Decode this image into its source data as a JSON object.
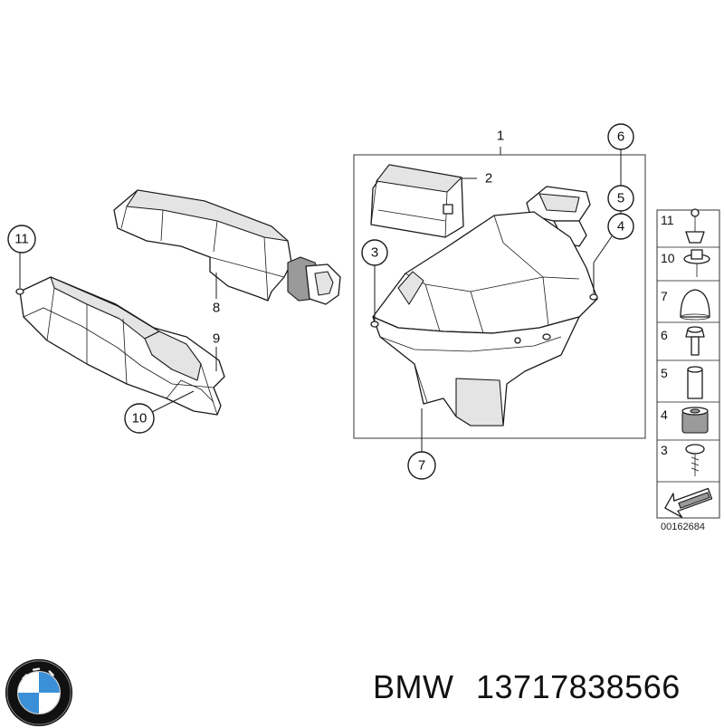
{
  "diagram": {
    "callouts": {
      "c1": "1",
      "c2": "2",
      "c3": "3",
      "c4": "4",
      "c5": "5",
      "c6": "6",
      "c7": "7",
      "c8": "8",
      "c9": "9",
      "c10": "10",
      "c11": "11"
    },
    "legend": [
      {
        "label": "11",
        "icon": "bolt-clip-icon"
      },
      {
        "label": "10",
        "icon": "screw-washer-icon"
      },
      {
        "label": "7",
        "icon": "rubber-cap-icon"
      },
      {
        "label": "6",
        "icon": "hex-bolt-icon"
      },
      {
        "label": "5",
        "icon": "sleeve-icon"
      },
      {
        "label": "4",
        "icon": "grommet-icon"
      },
      {
        "label": "3",
        "icon": "self-tapping-screw-icon"
      }
    ],
    "diagram_code": "00162684"
  },
  "caption": {
    "brand": "BMW",
    "part_number": "13717838566"
  },
  "logo": {
    "colors": {
      "blue": "#3a8fd6",
      "white": "#ffffff",
      "ring": "#111111"
    }
  }
}
